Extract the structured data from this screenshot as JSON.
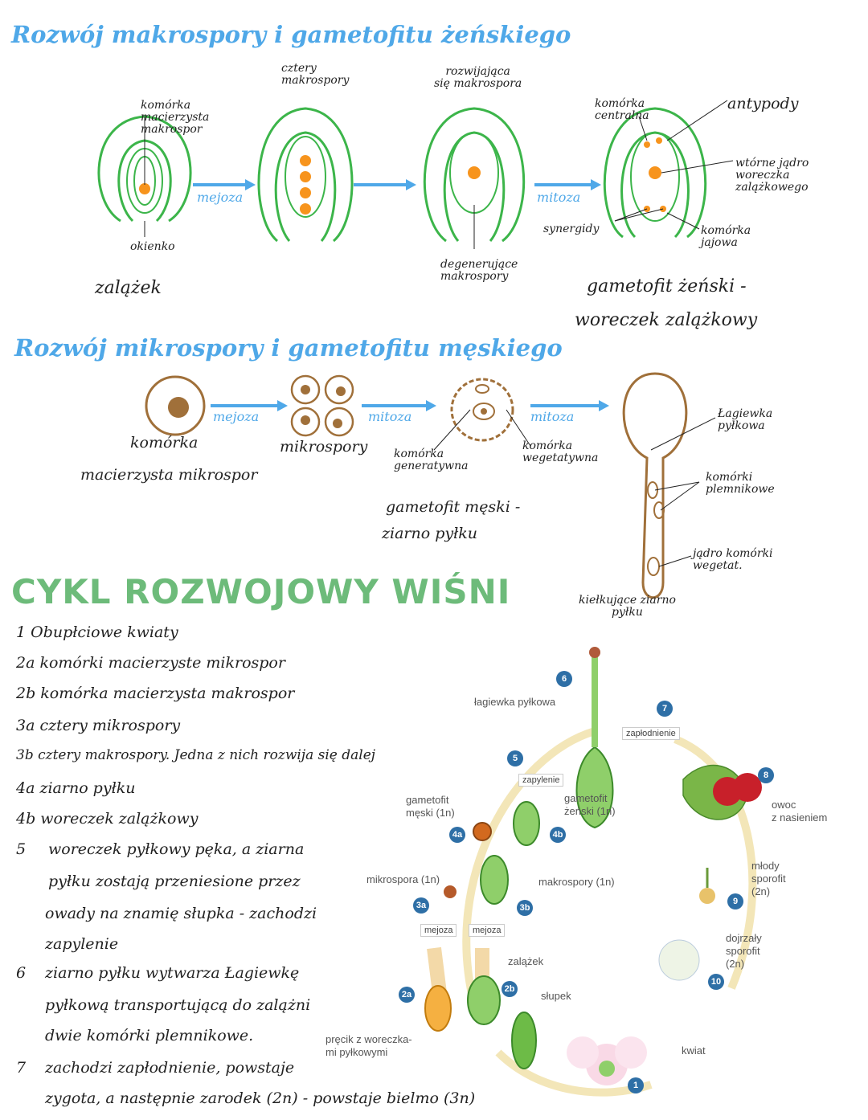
{
  "section1": {
    "title": "Rozwój makrospory i gametofitu żeńskiego",
    "labels": {
      "komorka_mm": "komórka\nmacierzysta\nmakrospor",
      "okienko": "okienko",
      "zalazek": "zalążek",
      "mejoza": "mejoza",
      "cztery_makrospory": "cztery\nmakrospory",
      "rozwijajaca": "rozwijająca\nsię makrospora",
      "degenerujace": "degenerujące\nmakrospory",
      "mitoza": "mitoza",
      "komorka_centralna": "komórka\ncentralna",
      "antypody": "antypody",
      "wtorne_jadro": "wtórne jądro\nworeczka\nzalążkowego",
      "synergidy": "synergidy",
      "komorka_jajowa": "komórka\njajowa",
      "gametofit_zenski": "gametofit żeński -",
      "woreczek": "woreczek zalążkowy"
    }
  },
  "section2": {
    "title": "Rozwój mikrospory i gametofitu męskiego",
    "labels": {
      "komorka": "komórka",
      "macierzysta": "macierzysta mikrospor",
      "mejoza": "mejoza",
      "mikrospory": "mikrospory",
      "mitoza1": "mitoza",
      "komorka_gen": "komórka\ngeneratywna",
      "komorka_weg": "komórka\nwegetatywna",
      "mitoza2": "mitoza",
      "gametofit_meski": "gametofit męski -",
      "ziarno": "ziarno pyłku",
      "lagiewka": "Łagiewka\npyłkowa",
      "plemnikowe": "komórki\nplemnikowe",
      "jadro_weg": "jądro komórki\nwegetat.",
      "kielkujace": "kiełkujące ziarno\npyłku"
    }
  },
  "section3": {
    "title": "CYKL ROZWOJOWY WIŚNI",
    "notes": [
      "1  Obupłciowe kwiaty",
      "2a komórki macierzyste mikrospor",
      "2b komórka macierzysta makrospor",
      "3a cztery mikrospory",
      "3b cztery makrospory. Jedna z nich rozwija się dalej",
      "4a ziarno pyłku",
      "4b woreczek zalążkowy",
      "5",
      "woreczek pyłkowy pęka, a ziarna",
      "pyłku zostają przeniesione przez",
      "owady na znamię słupka - zachodzi",
      "zapylenie",
      "6",
      "ziarno pyłku wytwarza Łagiewkę",
      "pyłkową transportującą do zalążni",
      "dwie komórki plemnikowe.",
      "7",
      "zachodzi zapłodnienie, powstaje",
      "zygota, a następnie zarodek (2n) - powstaje bielmo (3n)"
    ],
    "cycle": {
      "lagiewka": "łagiewka pyłkowa",
      "zaplodnienie": "zapłodnienie",
      "zapylenie": "zapylenie",
      "gametofit_meski": "gametofit\nmęski (1n)",
      "gametofit_zenski": "gametofit\nżeński (1n)",
      "owoc": "owoc\nz nasieniem",
      "mikrospora": "mikrospora (1n)",
      "makrospory": "makrospory (1n)",
      "mlody": "młody\nsporofit\n(2n)",
      "mejoza1": "mejoza",
      "mejoza2": "mejoza",
      "zalazek": "zalążek",
      "dojrzaly": "dojrzały\nsporofit\n(2n)",
      "slupek": "słupek",
      "precik": "pręcik z woreczka-\nmi pyłkowymi",
      "kwiat": "kwiat",
      "badges": [
        "1",
        "2a",
        "2b",
        "3a",
        "3b",
        "4a",
        "4b",
        "5",
        "6",
        "7",
        "8",
        "9",
        "10"
      ]
    }
  },
  "colors": {
    "blue": "#4fa8e8",
    "green": "#6dbb7a",
    "ovule": "#3cb54a",
    "orange": "#f7941d",
    "pollen": "#a0703a",
    "badge": "#2e6fa6"
  }
}
